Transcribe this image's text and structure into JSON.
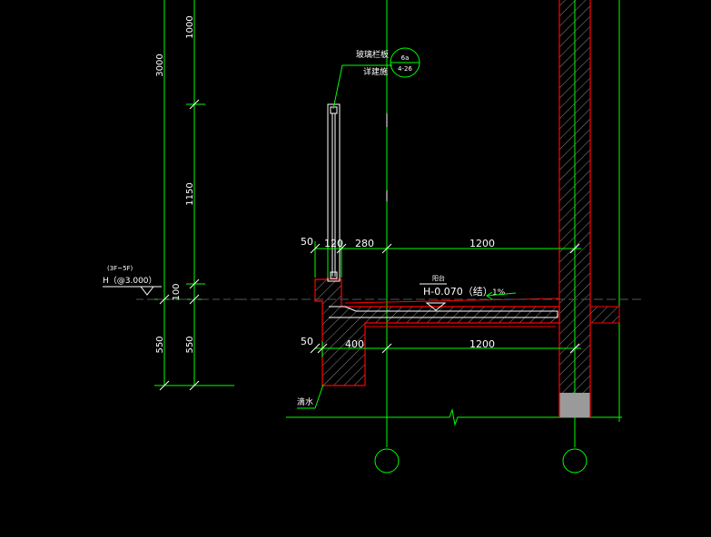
{
  "colors": {
    "background": "#000000",
    "dimension_line": "#00ff00",
    "outline": "#ff0000",
    "text": "#ffffff",
    "grid_axis": "#00ff00",
    "hatch": "#9a9a9a"
  },
  "vertical_dims": {
    "outer_total": "3000",
    "outer_bottom": "550",
    "inner_top": "1000",
    "inner_rail": "1150",
    "inner_small": "100",
    "inner_bottom": "550"
  },
  "level_mark": {
    "floors": "(3F~5F)",
    "value": "H（@3.000）"
  },
  "annotation": {
    "line1": "玻璃栏板",
    "line2": "详建施",
    "circle_top": "6a",
    "circle_bottom": "4-26"
  },
  "upper_dims": {
    "d50": "50",
    "d120": "120",
    "d280": "280",
    "d1200": "1200"
  },
  "floor": {
    "label": "阳台",
    "level": "H-0.070（结）",
    "slope": "1%"
  },
  "lower_dims": {
    "d50": "50",
    "d400": "400",
    "d1200": "1200"
  },
  "drip_label": "滴水"
}
